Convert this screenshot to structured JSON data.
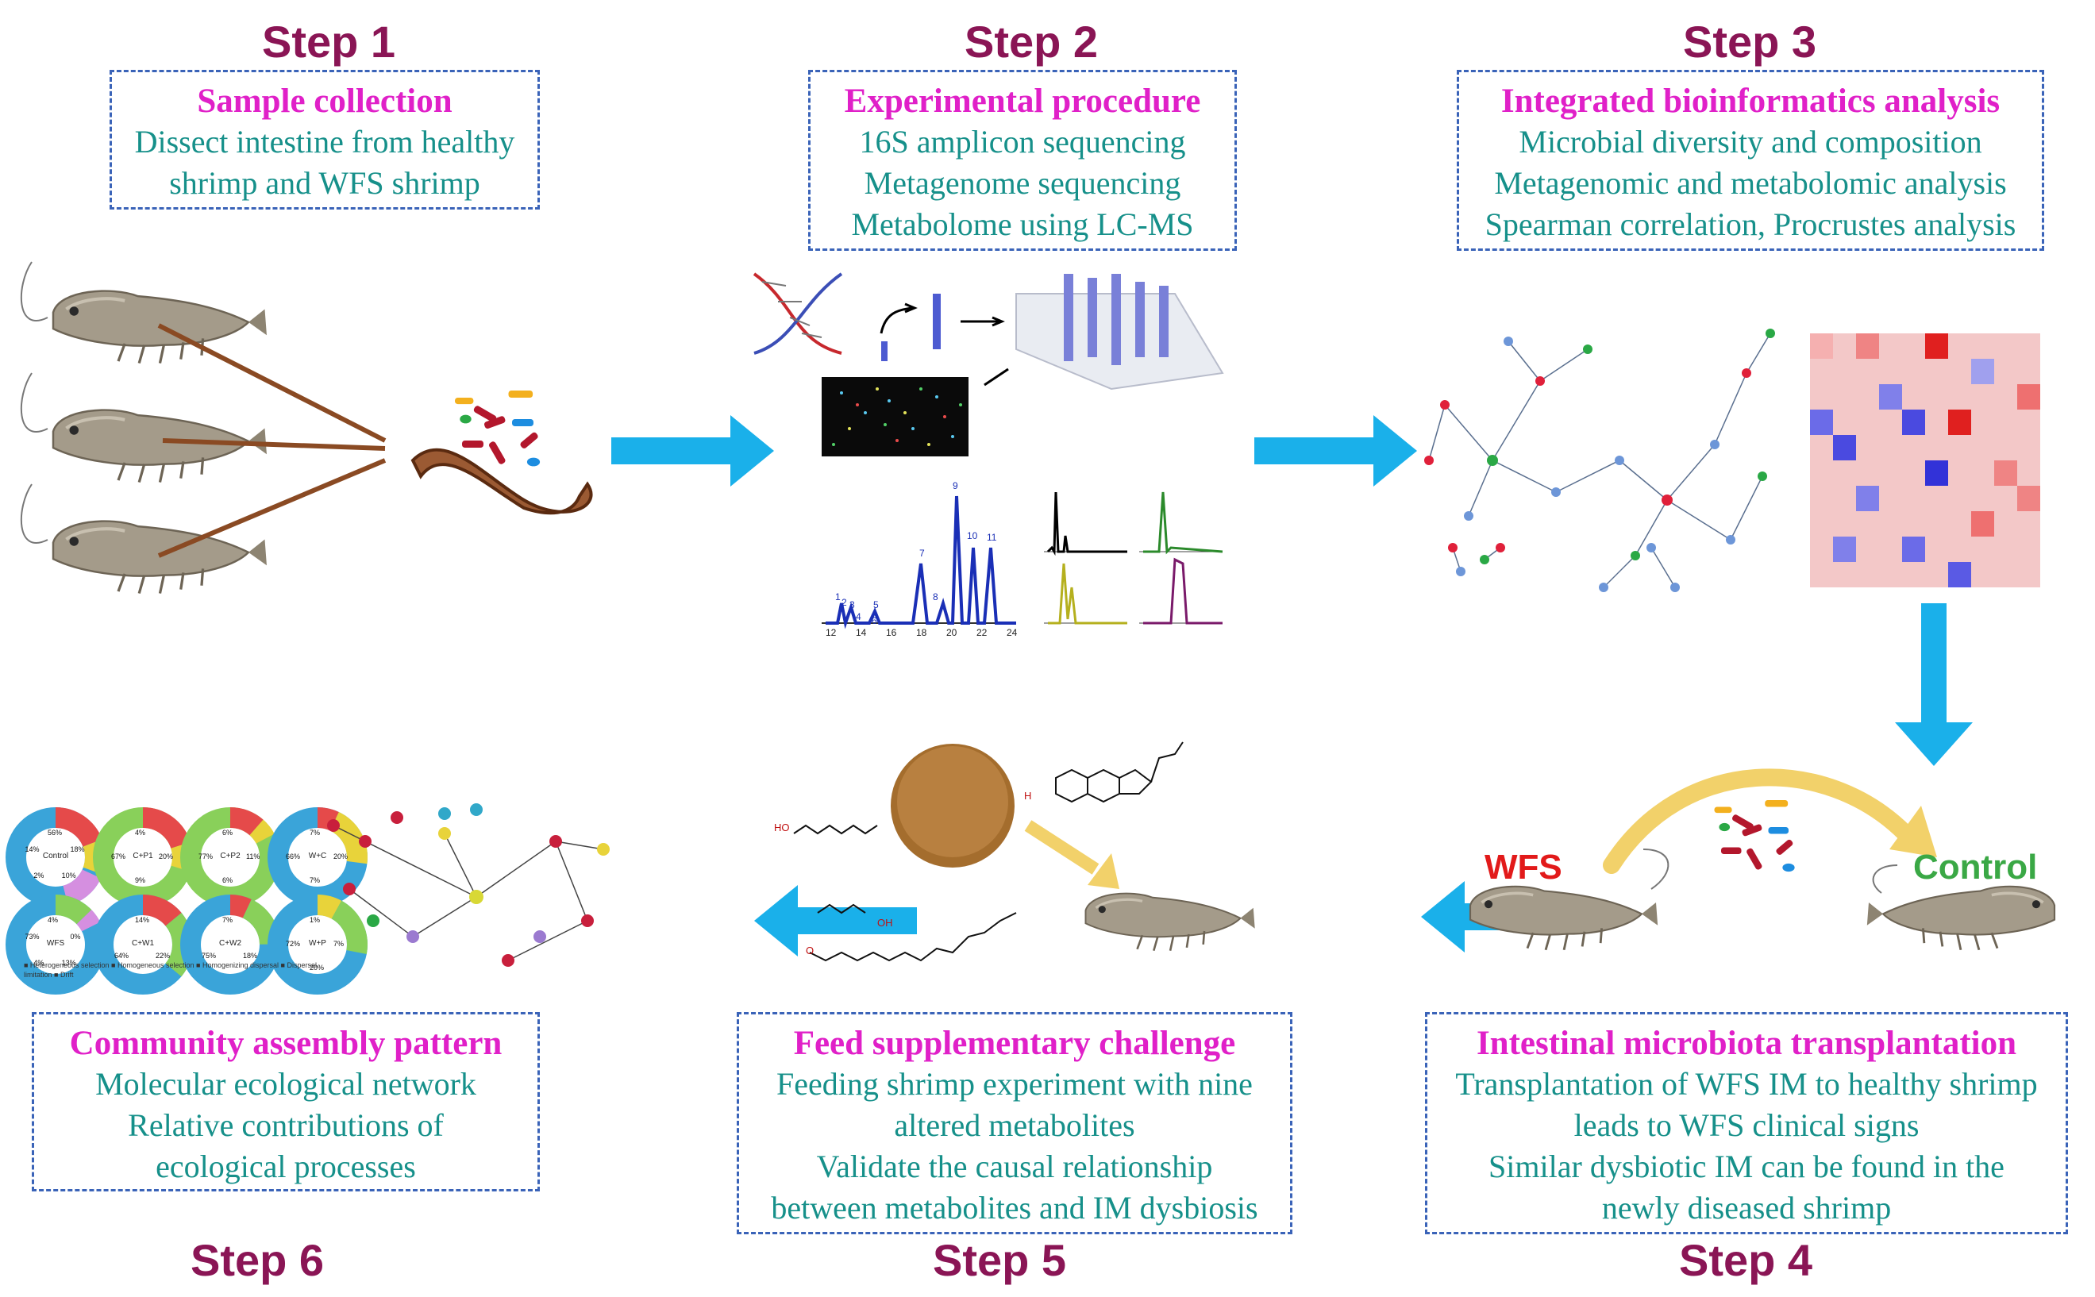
{
  "colors": {
    "step": "#8a1555",
    "title": "#e020c8",
    "body": "#16908a",
    "arrow": "#1ab0ea",
    "wfs": "#e21a1a",
    "control": "#3aa845",
    "box_border": "#3a63b8"
  },
  "steps": [
    {
      "label": "Step 1",
      "title": "Sample collection",
      "lines": [
        "Dissect intestine from healthy",
        "shrimp and WFS shrimp"
      ]
    },
    {
      "label": "Step 2",
      "title": "Experimental procedure",
      "lines": [
        "16S amplicon sequencing",
        "Metagenome sequencing",
        "Metabolome using LC-MS"
      ]
    },
    {
      "label": "Step 3",
      "title": "Integrated bioinformatics analysis",
      "lines": [
        "Microbial diversity and composition",
        "Metagenomic and metabolomic analysis",
        "Spearman correlation, Procrustes analysis"
      ]
    },
    {
      "label": "Step 4",
      "title": "Intestinal microbiota transplantation",
      "lines": [
        "Transplantation of WFS IM to healthy shrimp",
        "leads to WFS clinical signs",
        "Similar dysbiotic IM can be found in the",
        "newly diseased shrimp"
      ]
    },
    {
      "label": "Step 5",
      "title": "Feed supplementary challenge",
      "lines": [
        "Feeding shrimp experiment with nine",
        "altered metabolites",
        "Validate the causal relationship",
        "between metabolites and IM dysbiosis"
      ]
    },
    {
      "label": "Step 6",
      "title": "Community assembly pattern",
      "lines": [
        "Molecular ecological network",
        "Relative contributions of",
        "ecological processes"
      ]
    }
  ],
  "transplant": {
    "from": "WFS",
    "to": "Control"
  },
  "donuts": [
    {
      "name": "Control",
      "pcts": [
        "56%",
        "18%",
        "10%",
        "2%",
        "14%"
      ]
    },
    {
      "name": "C+P1",
      "pcts": [
        "4%",
        "20%",
        "9%",
        "67%"
      ]
    },
    {
      "name": "C+P2",
      "pcts": [
        "6%",
        "11%",
        "6%",
        "77%"
      ]
    },
    {
      "name": "W+C",
      "pcts": [
        "7%",
        "20%",
        "7%",
        "66%"
      ]
    },
    {
      "name": "WFS",
      "pcts": [
        "4%",
        "0%",
        "13%",
        "4%",
        "73%"
      ]
    },
    {
      "name": "C+W1",
      "pcts": [
        "14%",
        "22%",
        "64%"
      ]
    },
    {
      "name": "C+W2",
      "pcts": [
        "7%",
        "18%",
        "75%"
      ]
    },
    {
      "name": "W+P",
      "pcts": [
        "1%",
        "7%",
        "20%",
        "72%"
      ]
    }
  ],
  "donut_legend": [
    "Heterogeneous selection",
    "Homogeneous selection",
    "Homogenizing dispersal",
    "Dispersal limitation",
    "Drift"
  ],
  "chromatogram_ticks": [
    "12",
    "14",
    "16",
    "18",
    "20",
    "22",
    "24"
  ],
  "peak_labels": [
    "1",
    "2",
    "3",
    "4",
    "5",
    "6",
    "7",
    "8",
    "9",
    "10",
    "11"
  ],
  "chem_labels": [
    "HO",
    "OH",
    "O",
    "H"
  ],
  "icons": [
    "shrimp-icon",
    "tweezers-icon",
    "intestine-icon",
    "dna-helix-icon",
    "sequencer-icon",
    "network-icon",
    "heatmap-icon",
    "feed-powder-icon",
    "molecule-icon",
    "arrow-right-icon",
    "arrow-left-icon",
    "arrow-down-icon"
  ]
}
